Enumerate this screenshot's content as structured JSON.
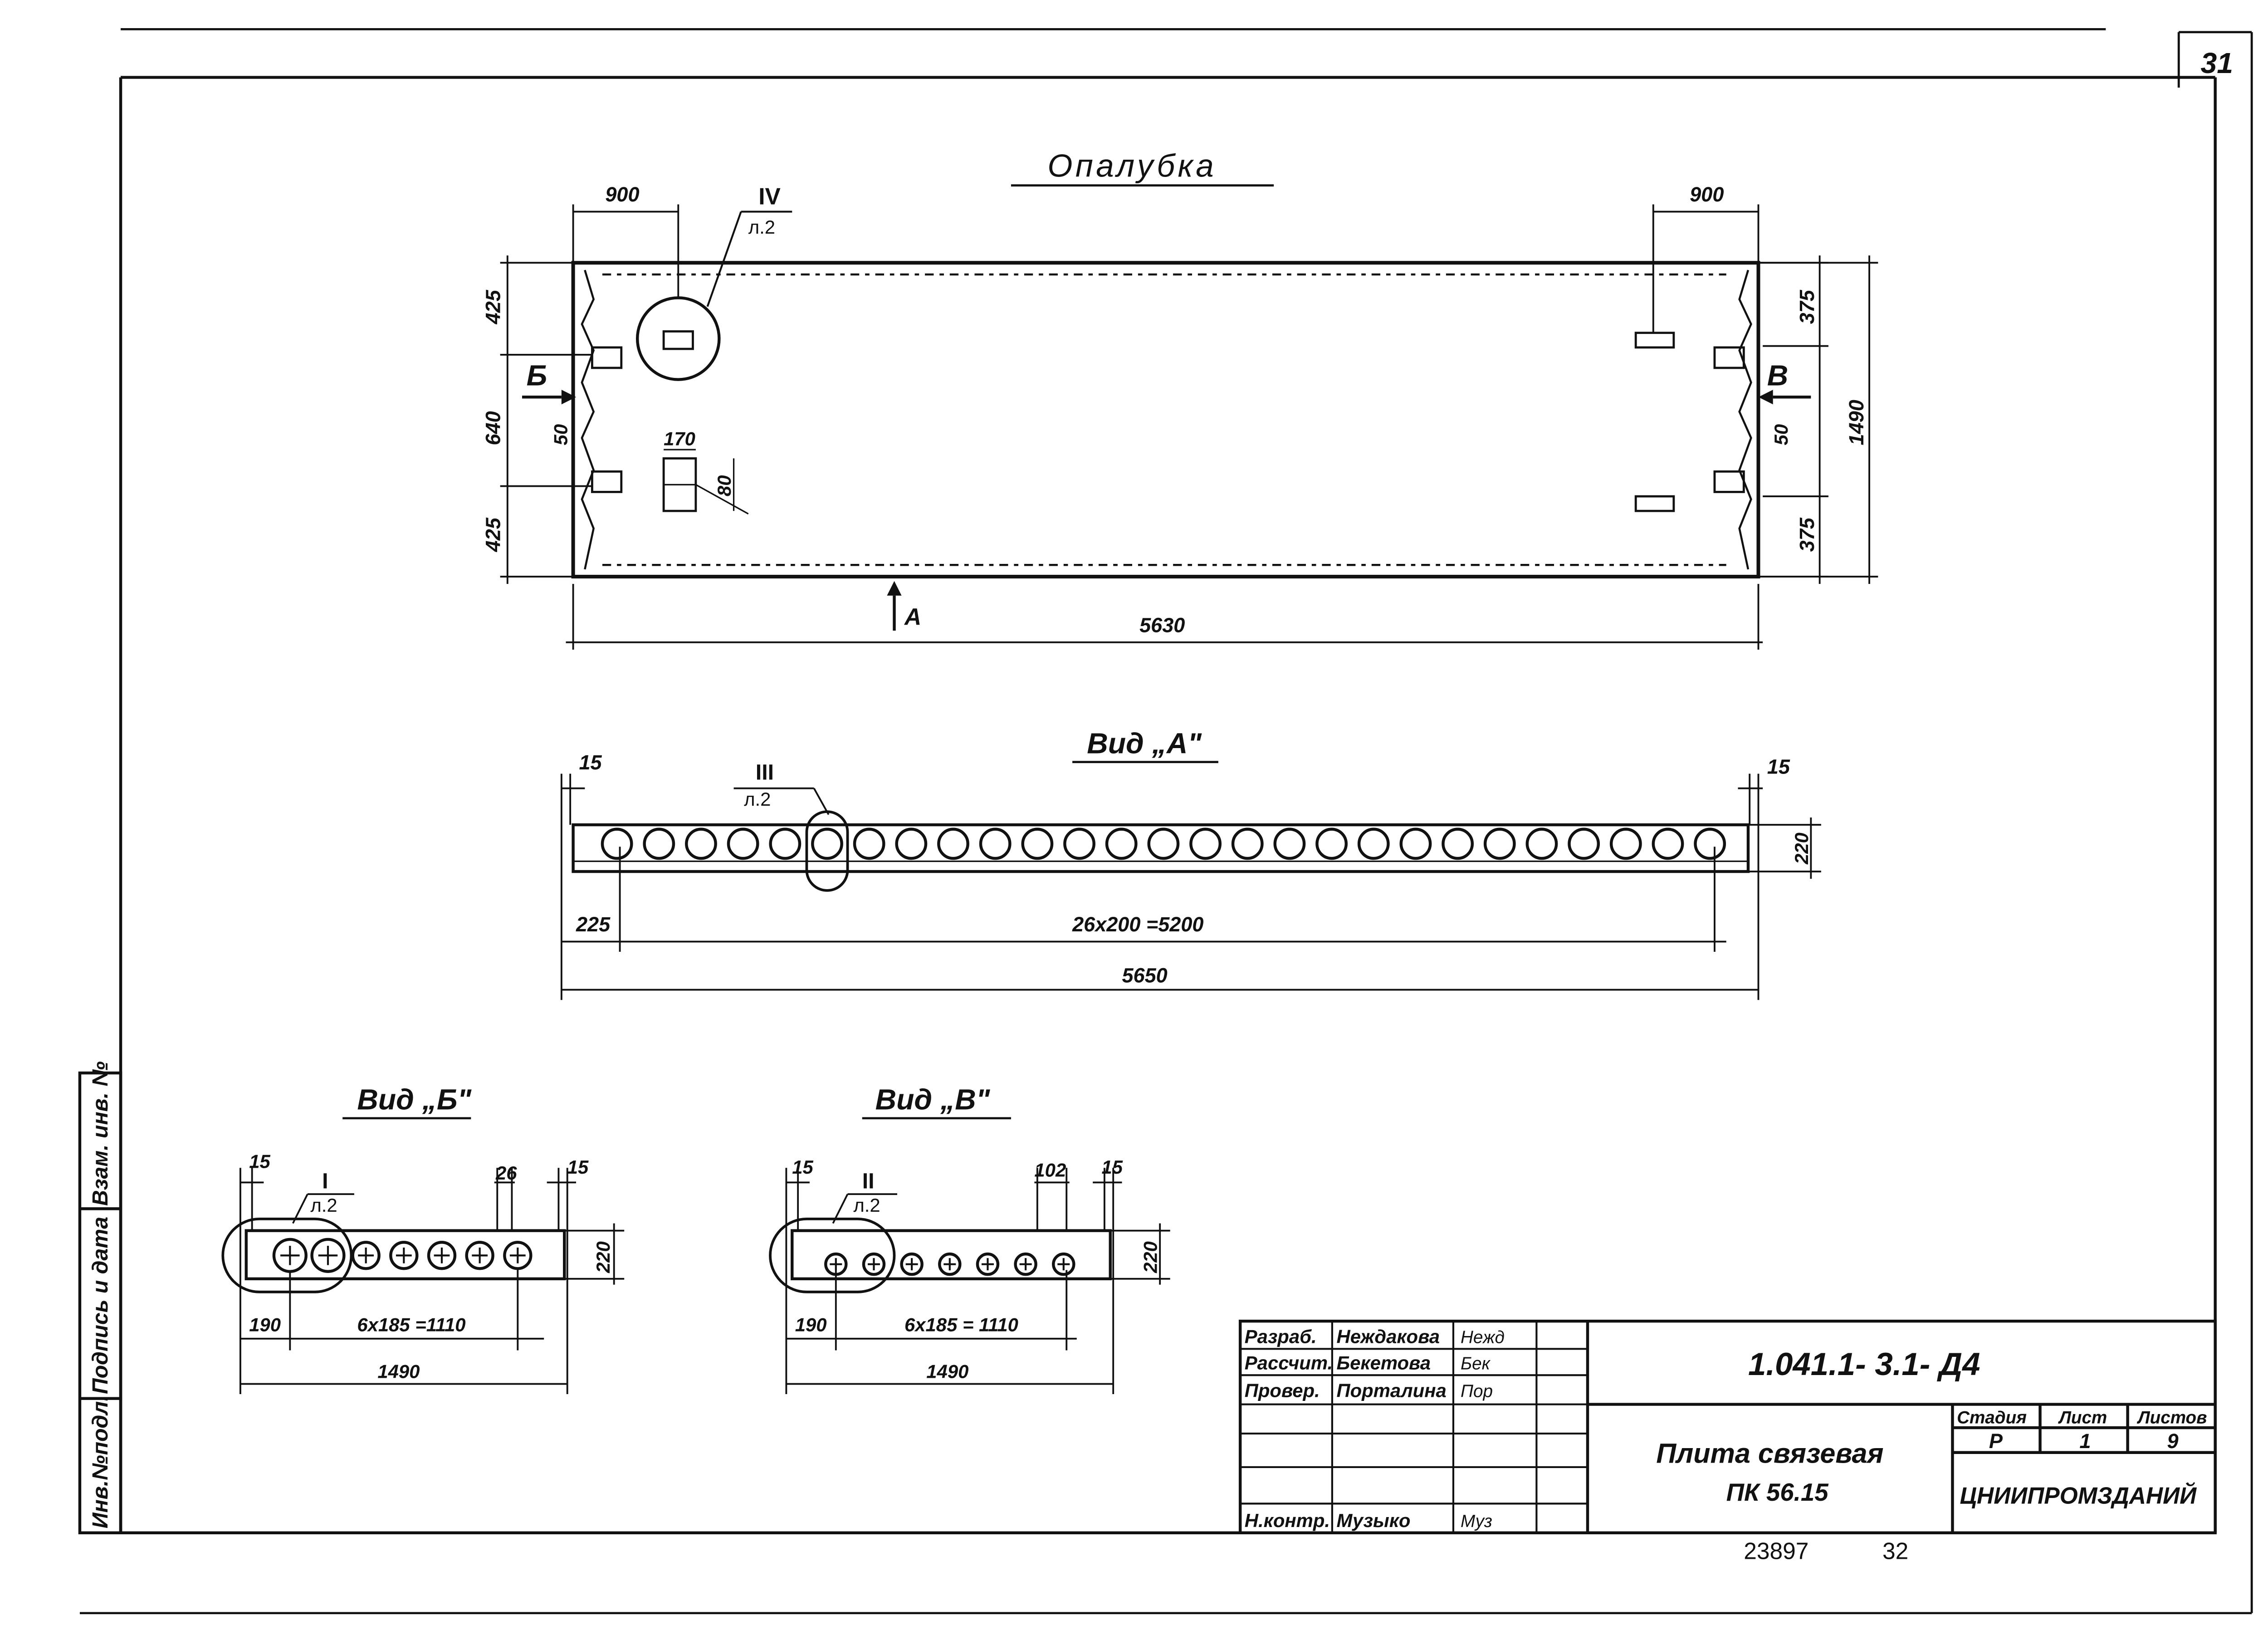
{
  "sheet": {
    "page_number": "31",
    "title": "Опалубка",
    "views": {
      "plan": {
        "section_ref": "IV",
        "section_sheet": "л.2",
        "dims": {
          "left_top": "900",
          "right_top": "900",
          "overall_length": "5630",
          "left_v1": "425",
          "left_v2": "640",
          "left_v3": "425",
          "right_v1": "375",
          "right_v2": "375",
          "overall_width": "1490",
          "left_hook": "50",
          "right_hook": "50",
          "slot_w": "170",
          "slot_h": "80"
        },
        "arrow_b": "Б",
        "arrow_v": "В",
        "arrow_a": "А"
      },
      "view_a": {
        "title": "Вид „А\"",
        "section_ref": "III",
        "section_sheet": "л.2",
        "dims": {
          "left_end": "15",
          "right_end": "15",
          "height": "220",
          "start": "225",
          "pitch": "26х200 =5200",
          "overall": "5650"
        }
      },
      "view_b": {
        "title": "Вид „Б\"",
        "section_ref": "I",
        "section_sheet": "л.2",
        "dims": {
          "left_end": "15",
          "gap": "26",
          "right_end": "15",
          "height": "220",
          "start": "190",
          "pitch": "6х185 =1110",
          "overall": "1490"
        }
      },
      "view_v": {
        "title": "Вид „В\"",
        "section_ref": "II",
        "section_sheet": "л.2",
        "dims": {
          "left_end": "15",
          "gap": "102",
          "right_end": "15",
          "height": "220",
          "start": "190",
          "pitch": "6х185 = 1110",
          "overall": "1490"
        }
      }
    },
    "side_stamp": {
      "col1": "Инв.№подл.",
      "col2": "Подпись и дата",
      "col3": "Взам. инв. №"
    },
    "title_block": {
      "roles": [
        {
          "role": "Разраб.",
          "name": "Неждакова",
          "sign": "Нежд"
        },
        {
          "role": "Рассчит.",
          "name": "Бекетова",
          "sign": "Бек"
        },
        {
          "role": "Провер.",
          "name": "Порталина",
          "sign": "Пор"
        },
        {
          "role": "",
          "name": "",
          "sign": ""
        },
        {
          "role": "",
          "name": "",
          "sign": ""
        },
        {
          "role": "Н.контр.",
          "name": "Музыко",
          "sign": "Муз"
        }
      ],
      "document_code": "1.041.1- 3.1- Д4",
      "item_name_line1": "Плита связевая",
      "item_name_line2": "ПК 56.15",
      "stage_label": "Стадия",
      "sheet_label": "Лист",
      "sheets_label": "Листов",
      "stage_value": "Р",
      "sheet_value": "1",
      "sheets_value": "9",
      "organization": "ЦНИИПРОМЗДАНИЙ",
      "footer_number": "23897",
      "footer_page": "32"
    }
  }
}
